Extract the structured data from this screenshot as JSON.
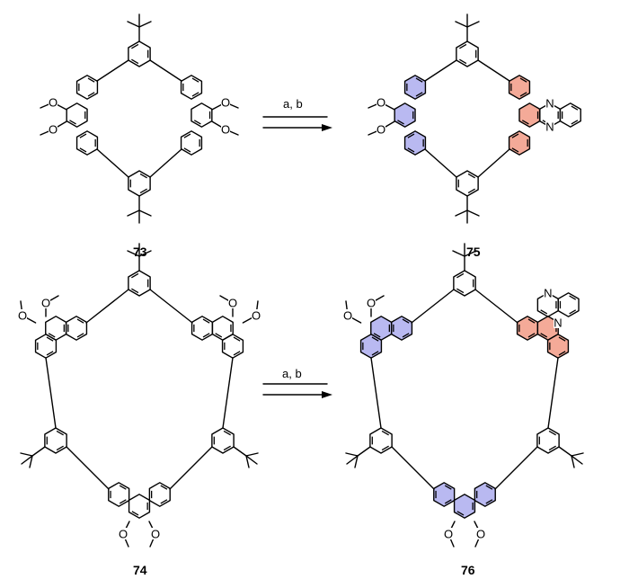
{
  "schemes": [
    {
      "reactant_label": "73",
      "product_label": "75",
      "conditions": "a, b"
    },
    {
      "reactant_label": "74",
      "product_label": "76",
      "conditions": "a, b"
    }
  ],
  "atom_labels": {
    "methoxy": "O",
    "nitrogen": "N"
  },
  "colors": {
    "methoxy_ring_fill": "#b9b9f1",
    "quinoxaline_ring_fill": "#f4aa98",
    "bond_color": "#000000"
  }
}
